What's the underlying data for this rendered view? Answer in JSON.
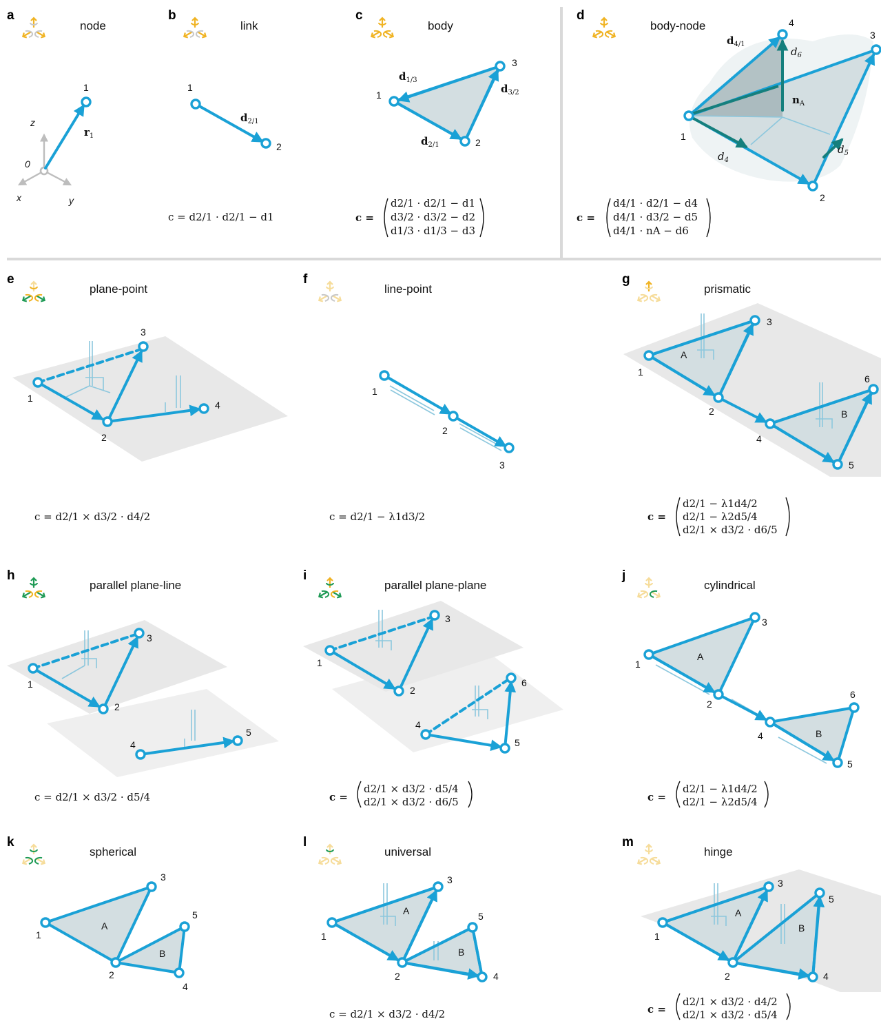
{
  "panels": {
    "a": {
      "letter": "a",
      "title": "node",
      "nodes": [
        "1",
        "0"
      ],
      "axes": {
        "z": "z",
        "x": "x",
        "y": "y"
      },
      "vec": "r",
      "vec_sub": "1"
    },
    "b": {
      "letter": "b",
      "title": "link",
      "nodes": [
        "1",
        "2"
      ],
      "vec": "d",
      "vec_sub": "2/1",
      "equation": "c = d2/1 · d2/1 − d1"
    },
    "c": {
      "letter": "c",
      "title": "body",
      "nodes": [
        "1",
        "2",
        "3"
      ],
      "vecs": [
        {
          "v": "d",
          "s": "1/3"
        },
        {
          "v": "d",
          "s": "3/2"
        },
        {
          "v": "d",
          "s": "2/1"
        }
      ],
      "equation_rows": [
        "d2/1 · d2/1 − d1",
        "d3/2 · d3/2 − d2",
        "d1/3 · d1/3 − d3"
      ]
    },
    "d": {
      "letter": "d",
      "title": "body-node",
      "nodes": [
        "4",
        "3",
        "1",
        "2"
      ],
      "labels": {
        "d41": "d",
        "d41s": "4/1",
        "d6": "d",
        "d6s": "6",
        "nA": "n",
        "nAs": "A",
        "d4": "d",
        "d4s": "4",
        "d5": "d",
        "d5s": "5"
      },
      "equation_rows": [
        "d4/1 · d2/1 − d4",
        "d4/1 · d3/2 − d5",
        "d4/1 · nA − d6"
      ]
    },
    "e": {
      "letter": "e",
      "title": "plane-point",
      "nodes": [
        "3",
        "1",
        "2",
        "4"
      ],
      "equation": "c = d2/1 × d3/2 · d4/2"
    },
    "f": {
      "letter": "f",
      "title": "line-point",
      "nodes": [
        "1",
        "2",
        "3"
      ],
      "equation": "c = d2/1 − λ1d3/2"
    },
    "g": {
      "letter": "g",
      "title": "prismatic",
      "nodes": [
        "3",
        "1",
        "2",
        "6",
        "4",
        "5"
      ],
      "bodies": [
        "A",
        "B"
      ],
      "equation_rows": [
        "d2/1 − λ1d4/2",
        "d2/1 − λ2d5/4",
        "d2/1 × d3/2 · d6/5"
      ]
    },
    "h": {
      "letter": "h",
      "title": "parallel plane-line",
      "nodes": [
        "3",
        "1",
        "2",
        "4",
        "5"
      ],
      "equation": "c = d2/1 × d3/2 · d5/4"
    },
    "i": {
      "letter": "i",
      "title": "parallel plane-plane",
      "nodes": [
        "3",
        "1",
        "2",
        "6",
        "4",
        "5"
      ],
      "equation_rows": [
        "d2/1 × d3/2 · d5/4",
        "d2/1 × d3/2 · d6/5"
      ]
    },
    "j": {
      "letter": "j",
      "title": "cylindrical",
      "nodes": [
        "3",
        "1",
        "2",
        "6",
        "4",
        "5"
      ],
      "bodies": [
        "A",
        "B"
      ],
      "equation_rows": [
        "d2/1 − λ1d4/2",
        "d2/1 − λ2d5/4"
      ]
    },
    "k": {
      "letter": "k",
      "title": "spherical",
      "nodes": [
        "3",
        "1",
        "2",
        "5",
        "4"
      ],
      "bodies": [
        "A",
        "B"
      ]
    },
    "l": {
      "letter": "l",
      "title": "universal",
      "nodes": [
        "3",
        "1",
        "2",
        "5",
        "4"
      ],
      "bodies": [
        "A",
        "B"
      ],
      "equation": "c = d2/1 × d3/2 · d4/2"
    },
    "m": {
      "letter": "m",
      "title": "hinge",
      "nodes": [
        "3",
        "1",
        "2",
        "5",
        "4"
      ],
      "bodies": [
        "A",
        "B"
      ],
      "equation_rows": [
        "d2/1 × d3/2 · d4/2",
        "d2/1 × d3/2 · d5/4"
      ]
    }
  },
  "colors": {
    "link": "#1aa1d6",
    "body": "#d3dee1",
    "plane": "#e8e8e8",
    "teal": "#157f7d",
    "active_dof": "#f0b323",
    "faded_dof": "#f6dc9a",
    "locked_dof": "#1e9a55",
    "grey_dof": "#c8c8c8"
  },
  "dof_icons": {
    "a": [
      "active",
      "active",
      "active",
      "grey",
      "grey",
      "grey"
    ],
    "b": [
      "active",
      "active",
      "active",
      "active",
      "grey",
      "grey"
    ],
    "c": [
      "active",
      "active",
      "active",
      "active",
      "active",
      "active"
    ],
    "d": [
      "active",
      "active",
      "active",
      "active",
      "active",
      "active"
    ],
    "e": [
      "faded",
      "locked",
      "locked",
      "active",
      "active",
      "active"
    ],
    "f": [
      "faded",
      "faded",
      "faded",
      "faded",
      "grey",
      "grey"
    ],
    "g": [
      "active",
      "faded",
      "faded",
      "faded",
      "faded",
      "faded"
    ],
    "h": [
      "locked",
      "locked",
      "locked",
      "locked",
      "active",
      "active"
    ],
    "i": [
      "active",
      "locked",
      "locked",
      "locked",
      "locked",
      "active"
    ],
    "j": [
      "faded",
      "faded",
      "faded",
      "faded",
      "faded",
      "locked"
    ],
    "k": [
      "faded",
      "faded",
      "faded",
      "locked",
      "locked",
      "locked"
    ],
    "l": [
      "faded",
      "faded",
      "faded",
      "locked",
      "faded",
      "faded"
    ],
    "m": [
      "faded",
      "faded",
      "faded",
      "faded",
      "faded",
      "faded"
    ]
  }
}
